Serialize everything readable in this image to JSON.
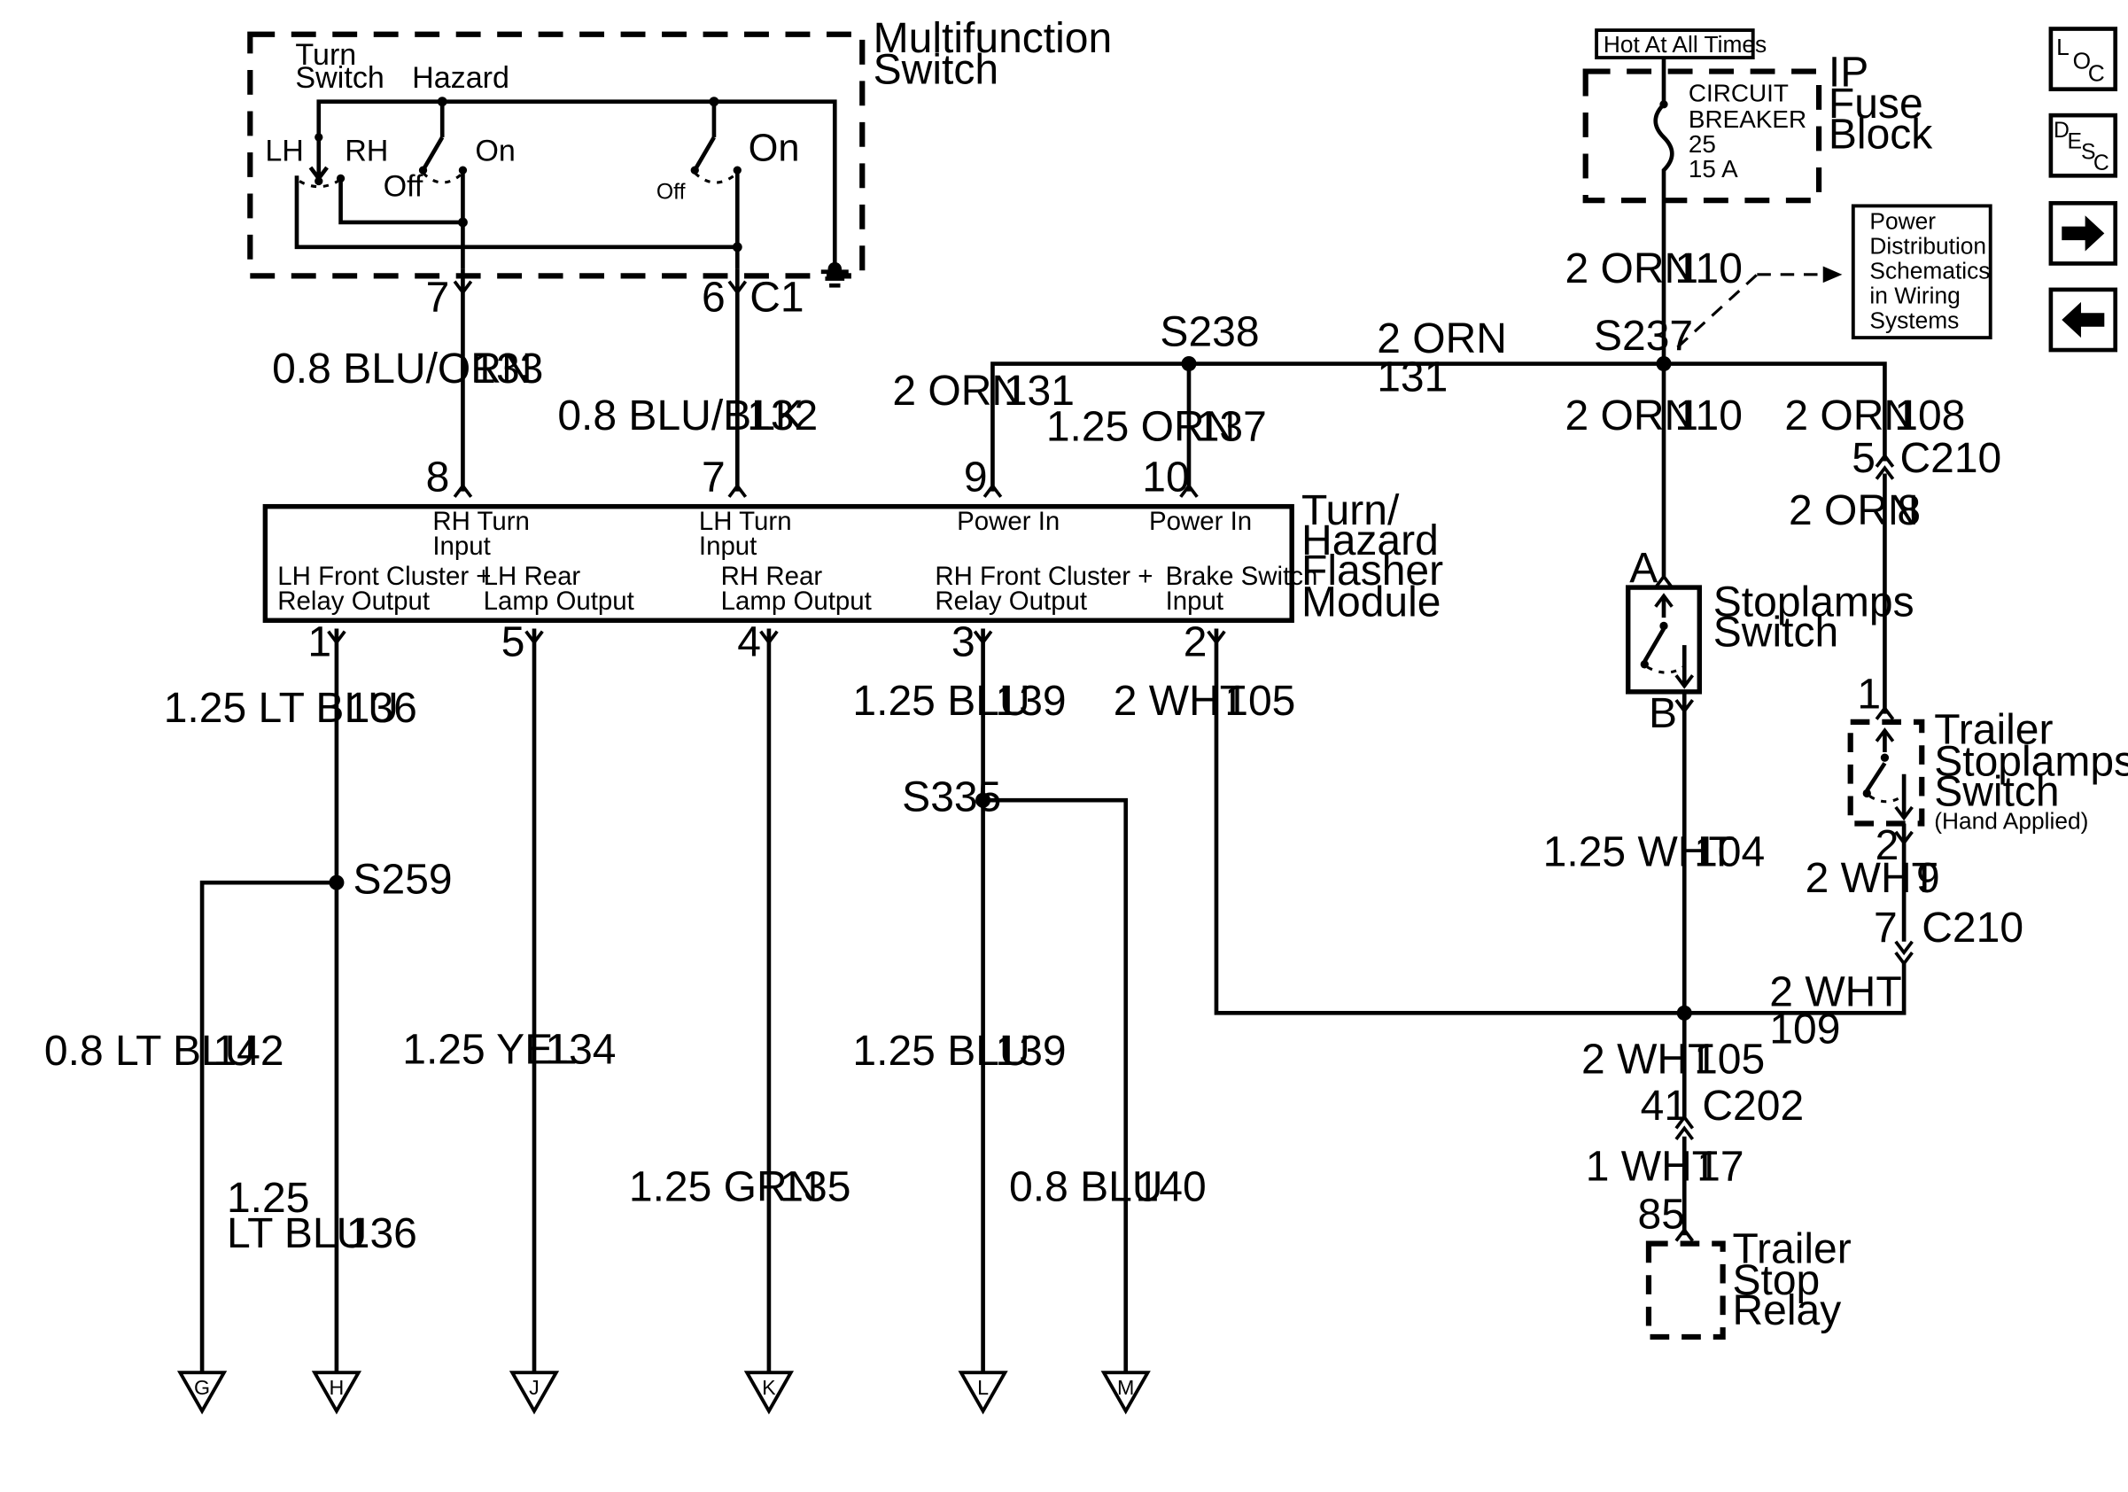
{
  "components": {
    "multifunction_switch": {
      "title_1": "Multifunction",
      "title_2": "Switch",
      "turn_1": "Turn",
      "turn_2": "Switch",
      "hazard": "Hazard",
      "lh": "LH",
      "rh": "RH",
      "off": "Off",
      "on": "On",
      "off_small": "Off",
      "on_big": "On"
    },
    "ip_fuse_block": {
      "title_1": "IP",
      "title_2": "Fuse",
      "title_3": "Block",
      "hot_label": "Hot At All Times",
      "breaker_1": "CIRCUIT",
      "breaker_2": "BREAKER",
      "breaker_3": "25",
      "breaker_4": "15 A"
    },
    "power_dist": {
      "l1": "Power",
      "l2": "Distribution",
      "l3": "Schematics",
      "l4": "in Wiring",
      "l5": "Systems"
    },
    "flasher": {
      "title_1": "Turn/",
      "title_2": "Hazard",
      "title_3": "Flasher",
      "title_4": "Module",
      "rh_turn_1": "RH Turn",
      "rh_turn_2": "Input",
      "lh_turn_1": "LH Turn",
      "lh_turn_2": "Input",
      "power_in_1": "Power In",
      "power_in_2": "Power In",
      "lh_front_1": "LH Front Cluster +",
      "lh_front_2": "Relay Output",
      "lh_rear_1": "LH Rear",
      "lh_rear_2": "Lamp Output",
      "rh_rear_1": "RH Rear",
      "rh_rear_2": "Lamp Output",
      "rh_front_1": "RH Front Cluster +",
      "rh_front_2": "Relay Output",
      "brake_1": "Brake Switch",
      "brake_2": "Input"
    },
    "stoplamps": {
      "t1": "Stoplamps",
      "t2": "Switch",
      "a": "A",
      "b": "B"
    },
    "trailer_switch": {
      "t1": "Trailer",
      "t2": "Stoplamps",
      "t3": "Switch",
      "t4": "(Hand Applied)"
    },
    "trailer_relay": {
      "t1": "Trailer",
      "t2": "Stop",
      "t3": "Relay"
    }
  },
  "splices": {
    "s238": "S238",
    "s237": "S237",
    "s259": "S259",
    "s335": "S335"
  },
  "connectors": {
    "c1": "C1",
    "c210a": "C210",
    "c210b": "C210",
    "c202": "C202"
  },
  "pins": {
    "p7_top": "7",
    "p6_top": "6",
    "p8": "8",
    "p7": "7",
    "p9": "9",
    "p10": "10",
    "p1": "1",
    "p5": "5",
    "p4": "4",
    "p3": "3",
    "p2": "2",
    "c210_5": "5",
    "c210_8": "8",
    "ts_1": "1",
    "ts_2": "2",
    "c210_7": "7",
    "c202_41": "41",
    "relay_85": "85"
  },
  "wires": [
    {
      "color": "0.8 BLU/ORN",
      "circuit": "133"
    },
    {
      "color": "0.8 BLU/BLK",
      "circuit": "132"
    },
    {
      "color": "2 ORN",
      "circuit": "131"
    },
    {
      "color": "1.25 ORN",
      "circuit": "137"
    },
    {
      "color": "2 ORN",
      "circuit": "131"
    },
    {
      "color": "2 ORN",
      "circuit": "110"
    },
    {
      "color": "2 ORN",
      "circuit": "110"
    },
    {
      "color": "2 ORN",
      "circuit": "108"
    },
    {
      "color": "2 ORN",
      "circuit": "8"
    },
    {
      "color": "1.25 LT BLU",
      "circuit": "136"
    },
    {
      "color": "1.25 BLU",
      "circuit": "139"
    },
    {
      "color": "2 WHT",
      "circuit": "105"
    },
    {
      "color": "1.25 WHT",
      "circuit": "104"
    },
    {
      "color": "2 WHT",
      "circuit": "9"
    },
    {
      "color": "2 WHT",
      "circuit": "109"
    },
    {
      "color": "2 WHT",
      "circuit": "105"
    },
    {
      "color": "1 WHT",
      "circuit": "17"
    },
    {
      "color": "0.8 LT BLU",
      "circuit": "142"
    },
    {
      "color": "1.25 YEL",
      "circuit": "134"
    },
    {
      "color": "1.25 BLU",
      "circuit": "139"
    },
    {
      "color": "1.25",
      "color_2": "LT BLU",
      "circuit": "136"
    },
    {
      "color": "1.25 GRN",
      "circuit": "135"
    },
    {
      "color": "0.8 BLU",
      "circuit": "140"
    }
  ],
  "offpage": [
    "G",
    "H",
    "J",
    "K",
    "L",
    "M"
  ],
  "nav": {
    "loc_1": "L",
    "loc_2": "O",
    "loc_3": "C",
    "desc_1": "D",
    "desc_2": "E",
    "desc_3": "S",
    "desc_4": "C",
    "next_icon": "arrow-right-icon",
    "prev_icon": "arrow-left-icon"
  }
}
